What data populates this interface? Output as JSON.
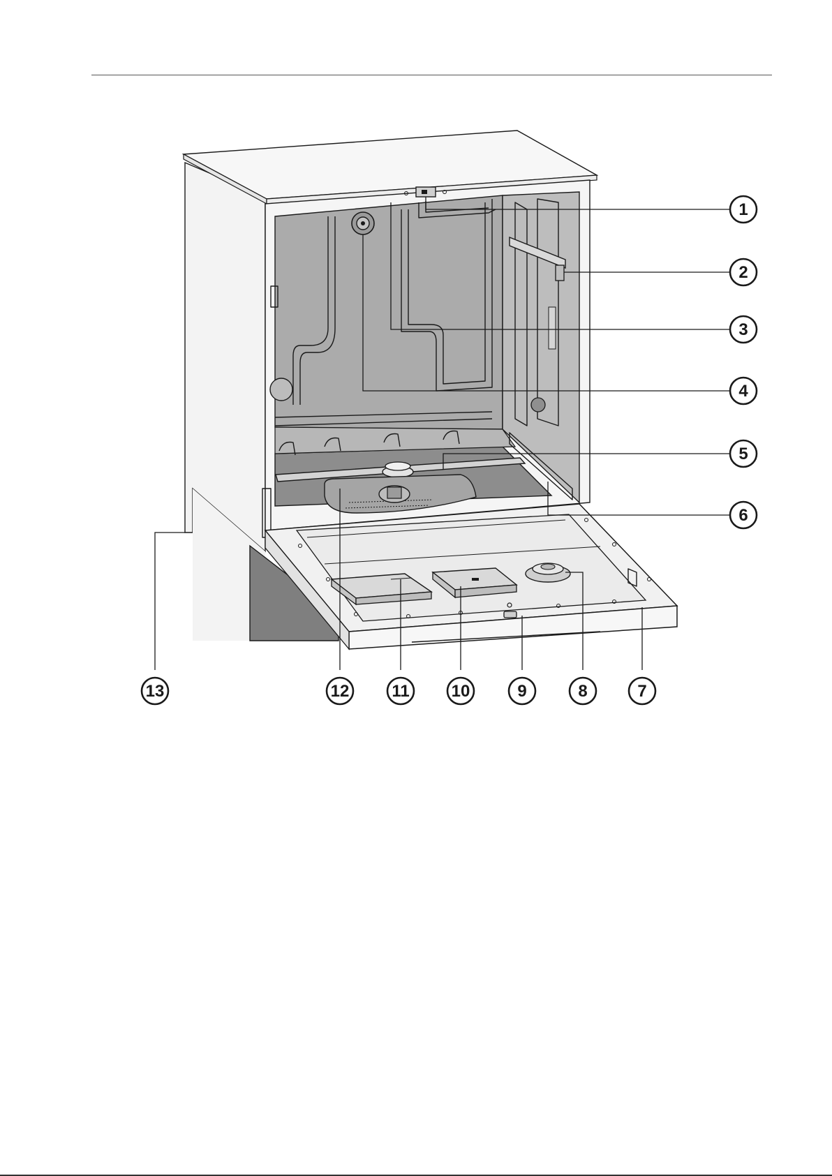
{
  "callouts": [
    {
      "label": "1"
    },
    {
      "label": "2"
    },
    {
      "label": "3"
    },
    {
      "label": "4"
    },
    {
      "label": "5"
    },
    {
      "label": "6"
    },
    {
      "label": "7"
    },
    {
      "label": "8"
    },
    {
      "label": "9"
    },
    {
      "label": "10"
    },
    {
      "label": "11"
    },
    {
      "label": "12"
    },
    {
      "label": "13"
    }
  ],
  "colors": {
    "line": "#1a1a1a",
    "cabinet_light": "#f2f2f2",
    "interior": "#a9a9a9",
    "interior_floor": "#8f8f8f",
    "plinth": "#7d7d7d",
    "door_inner": "#ececec"
  }
}
